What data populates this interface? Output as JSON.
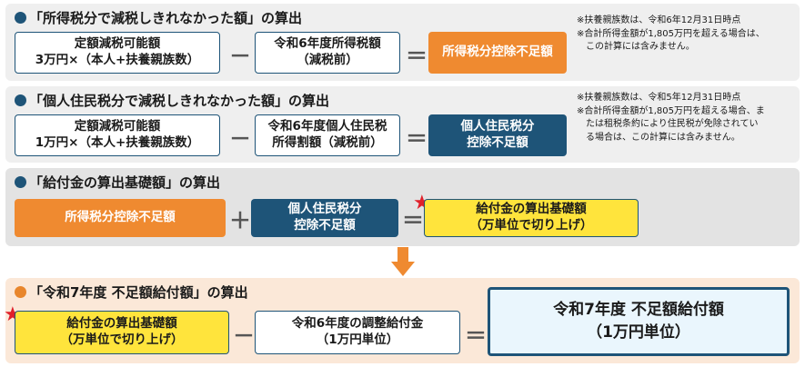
{
  "section1": {
    "heading": "「所得税分で減税しきれなかった額」の算出",
    "box_a": [
      "定額減税可能額",
      "3万円×（本人+扶養親族数）"
    ],
    "op1": "－",
    "box_b": [
      "令和6年度所得税額",
      "（減税前）"
    ],
    "op2": "＝",
    "box_result": "所得税分控除不足額",
    "notes": [
      "※扶養親族数は、令和6年12月31日時点",
      "※合計所得金額が1,805万円を超える場合は、",
      "　この計算には含みません。"
    ]
  },
  "section2": {
    "heading": "「個人住民税分で減税しきれなかった額」の算出",
    "box_a": [
      "定額減税可能額",
      "1万円×（本人+扶養親族数）"
    ],
    "op1": "－",
    "box_b": [
      "令和6年度個人住民税",
      "所得割額（減税前）"
    ],
    "op2": "＝",
    "box_result": [
      "個人住民税分",
      "控除不足額"
    ],
    "notes": [
      "※扶養親族数は、令和5年12月31日時点",
      "※合計所得金額が1,805万円を超える場合、ま",
      "　たは租税条約により住民税が免除されてい",
      "　る場合は、この計算には含みません。"
    ]
  },
  "section3": {
    "heading": "「給付金の算出基礎額」の算出",
    "box_a": "所得税分控除不足額",
    "op1": "＋",
    "box_b": [
      "個人住民税分",
      "控除不足額"
    ],
    "op2": "＝",
    "box_result": [
      "給付金の算出基礎額",
      "（万単位で切り上げ）"
    ],
    "star": "★"
  },
  "section4": {
    "heading": "「令和7年度 不足額給付額」の算出",
    "star": "★",
    "box_a": [
      "給付金の算出基礎額",
      "（万単位で切り上げ）"
    ],
    "op1": "－",
    "box_b": [
      "令和6年度の調整給付金",
      "（1万円単位）"
    ],
    "op2": "＝",
    "box_result": [
      "令和7年度 不足額給付額",
      "（1万円単位）"
    ]
  },
  "colors": {
    "navy": "#1e5478",
    "orange": "#ef8a30",
    "yellow": "#ffe43c",
    "star": "#e0202a"
  }
}
